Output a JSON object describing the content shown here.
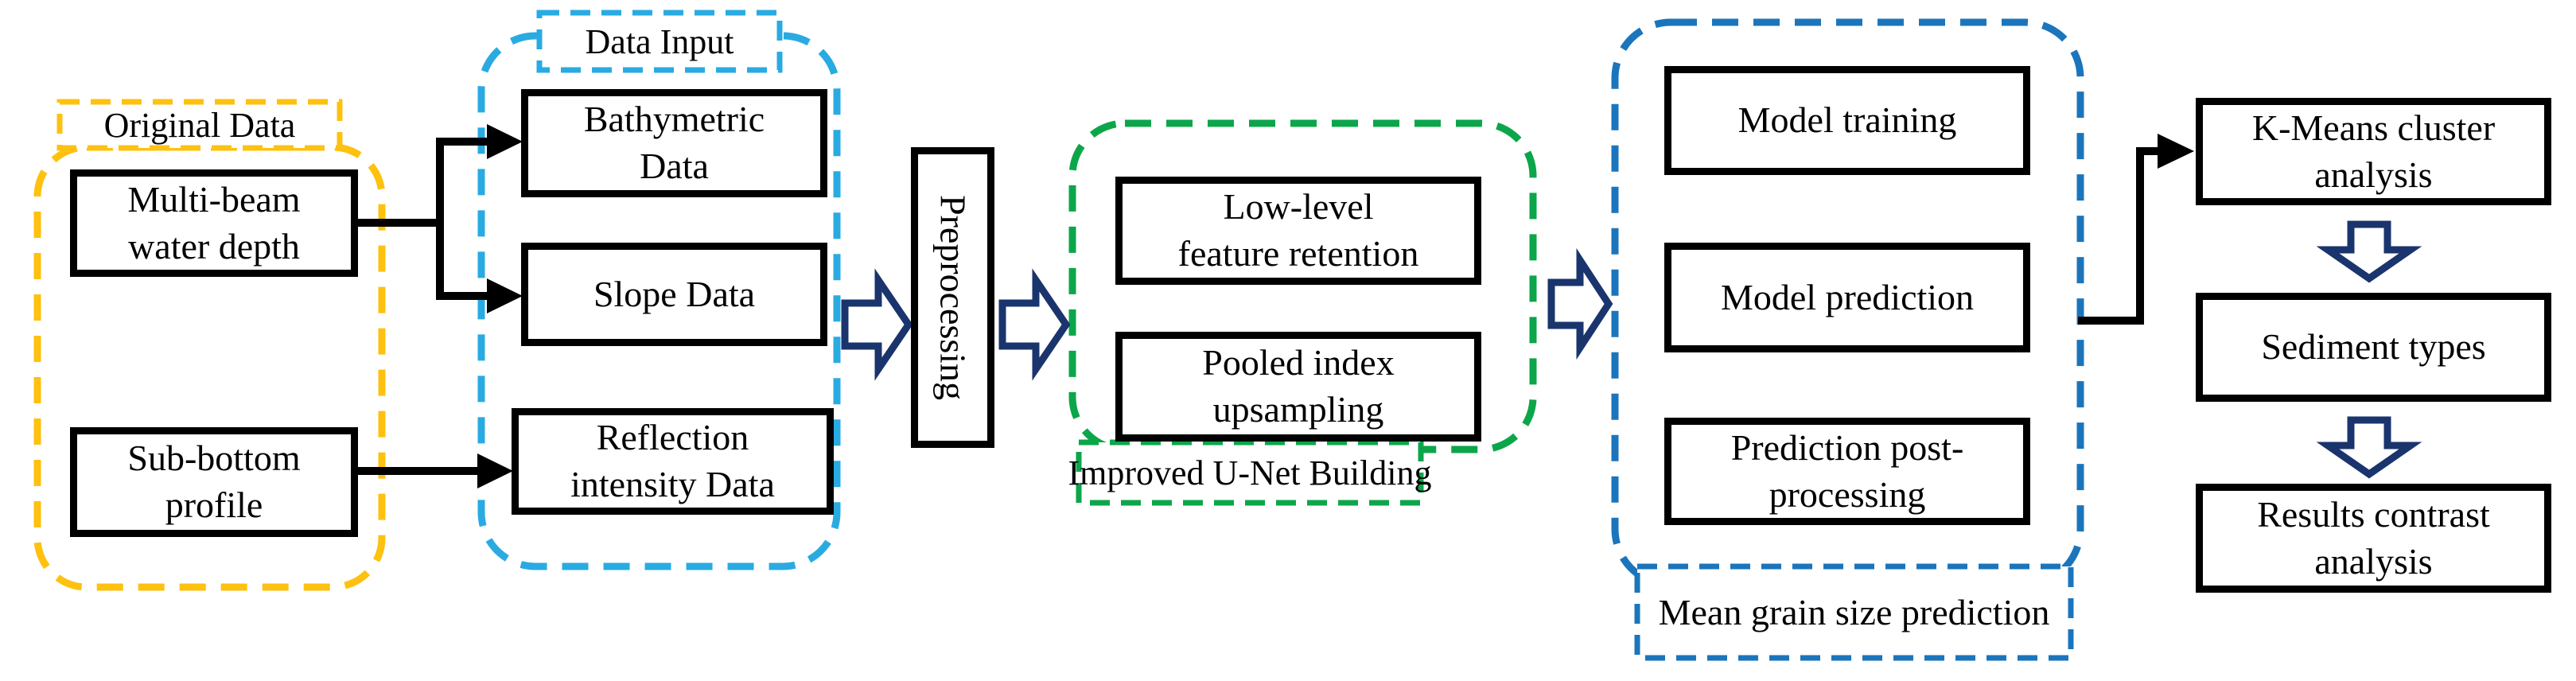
{
  "diagram": {
    "title_hint": "Sediment classification workflow flowchart",
    "colors": {
      "original_data_group": "#FEC110",
      "data_input_group": "#29ABE2",
      "unet_group": "#0CA64A",
      "prediction_group": "#1B75BC",
      "hollow_arrow": "#1A346D",
      "connector_line": "#000000",
      "box_border": "#000000",
      "background": "#FFFFFF"
    },
    "groups": {
      "original_data": {
        "label": "Original Data",
        "boxes": {
          "multibeam": "Multi-beam\nwater depth",
          "subbottom": "Sub-bottom\nprofile"
        }
      },
      "data_input": {
        "label": "Data Input",
        "boxes": {
          "bathymetric": "Bathymetric\nData",
          "slope": "Slope Data",
          "reflection": "Reflection\nintensity Data"
        }
      },
      "unet": {
        "label": "Improved U-Net Building",
        "boxes": {
          "lowlevel": "Low-level\nfeature retention",
          "pooled": "Pooled index\nupsampling"
        }
      },
      "prediction": {
        "label": "Mean grain size prediction",
        "boxes": {
          "training": "Model training",
          "model_prediction": "Model prediction",
          "postprocessing": "Prediction post-\nprocessing"
        }
      }
    },
    "standalone": {
      "preprocessing": "Preprocessing"
    },
    "results_chain": {
      "kmeans": "K-Means cluster\nanalysis",
      "sediment": "Sediment types",
      "results": "Results contrast\nanalysis"
    }
  }
}
